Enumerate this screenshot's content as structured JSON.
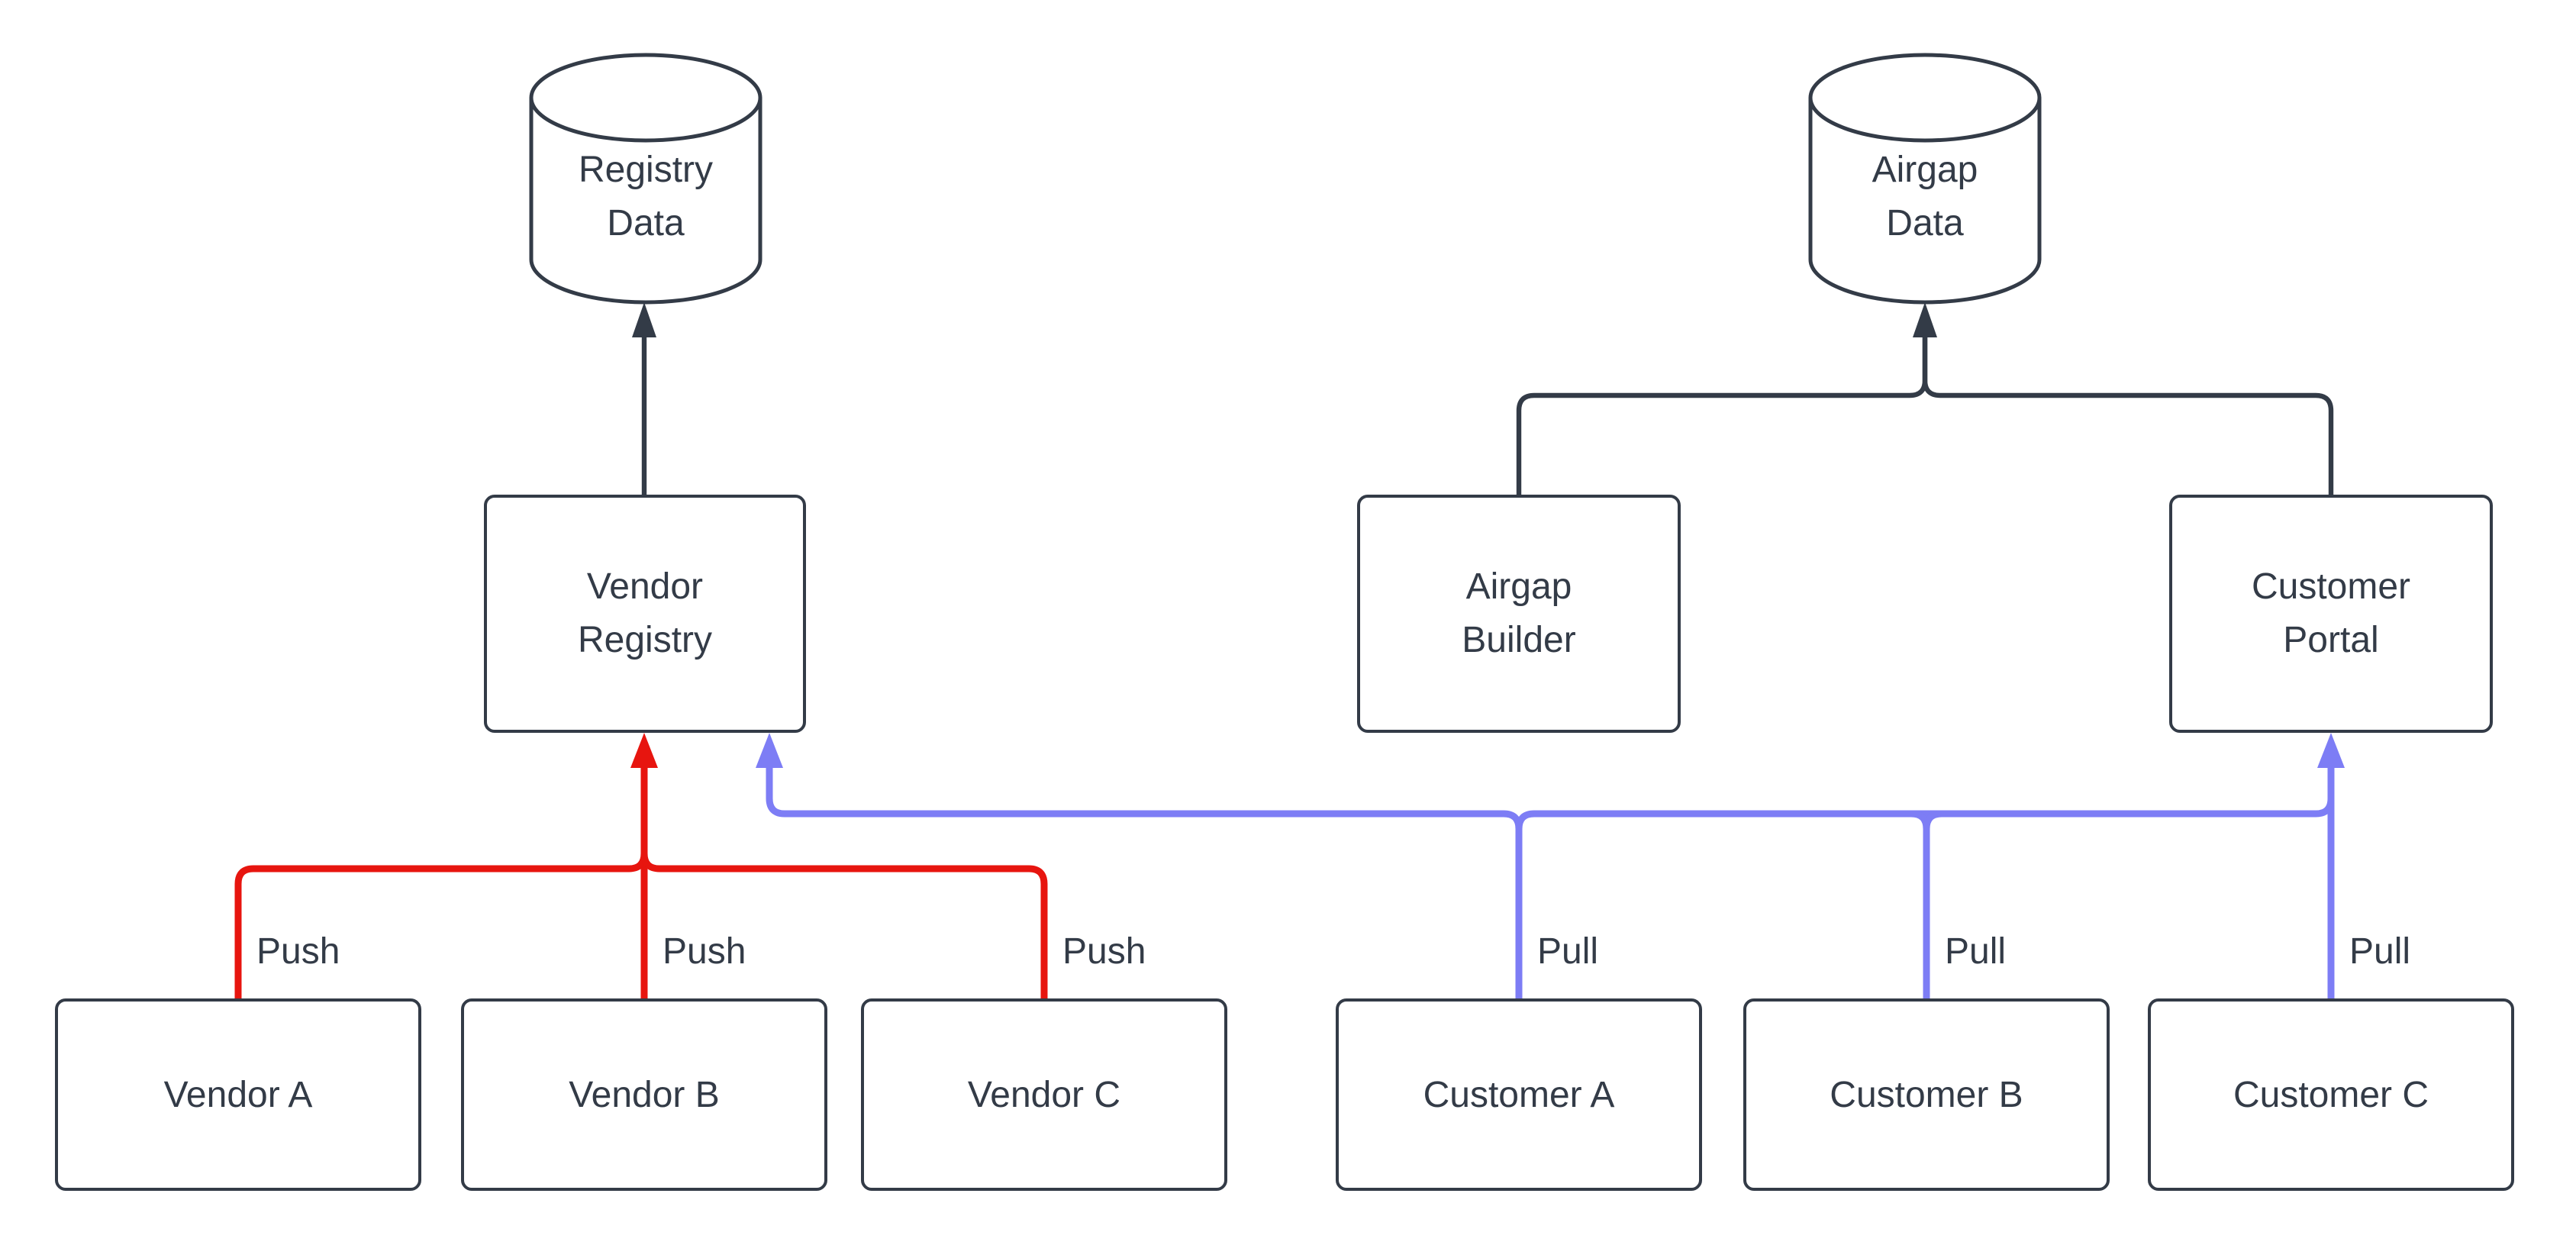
{
  "diagram": {
    "type": "flowchart",
    "colors": {
      "dark": "#333b47",
      "red": "#e7150f",
      "blue": "#7d7df5",
      "node_fill": "#ffffff",
      "background": "#ffffff"
    },
    "datastores": [
      {
        "id": "registry-data",
        "line1": "Registry",
        "line2": "Data"
      },
      {
        "id": "airgap-data",
        "line1": "Airgap",
        "line2": "Data"
      }
    ],
    "services": [
      {
        "id": "vendor-registry",
        "line1": "Vendor",
        "line2": "Registry"
      },
      {
        "id": "airgap-builder",
        "line1": "Airgap",
        "line2": "Builder"
      },
      {
        "id": "customer-portal",
        "line1": "Customer",
        "line2": "Portal"
      }
    ],
    "vendors": [
      {
        "id": "vendor-a",
        "label": "Vendor A"
      },
      {
        "id": "vendor-b",
        "label": "Vendor B"
      },
      {
        "id": "vendor-c",
        "label": "Vendor C"
      }
    ],
    "customers": [
      {
        "id": "customer-a",
        "label": "Customer A"
      },
      {
        "id": "customer-b",
        "label": "Customer B"
      },
      {
        "id": "customer-c",
        "label": "Customer C"
      }
    ],
    "edge_labels": {
      "push": [
        {
          "text": "Push"
        },
        {
          "text": "Push"
        },
        {
          "text": "Push"
        }
      ],
      "pull": [
        {
          "text": "Pull"
        },
        {
          "text": "Pull"
        },
        {
          "text": "Pull"
        }
      ]
    }
  }
}
